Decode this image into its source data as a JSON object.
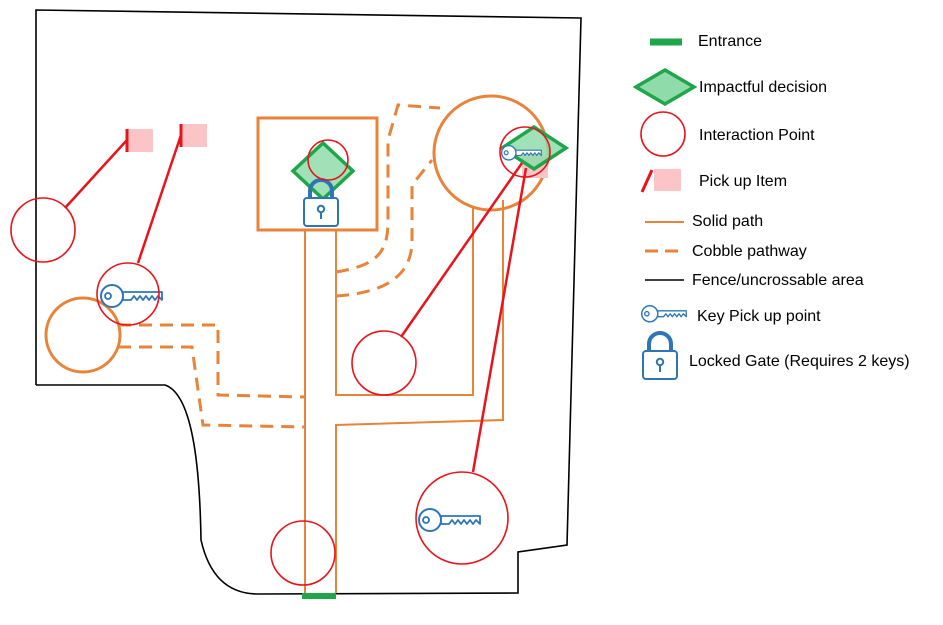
{
  "legend": {
    "entrance": "Entrance",
    "impactful_decision": "Impactful decision",
    "interaction_point": "Interaction Point",
    "pick_up_item": "Pick up Item",
    "solid_path": "Solid path",
    "cobble_pathway": "Cobble pathway",
    "fence": "Fence/uncrossable area",
    "key_pick_up": "Key Pick up point",
    "locked_gate": "Locked Gate (Requires 2 keys)"
  },
  "colors": {
    "entrance": "#1fa64a",
    "decision_fill": "#8fdcaa",
    "decision_stroke": "#1fa64a",
    "interaction": "#e8141c",
    "pickup_fill": "#fbc4c6",
    "path": "#e8833a",
    "fence": "#000000",
    "key": "#2e75b6"
  },
  "icons": [
    "key-icon",
    "padlock-icon"
  ]
}
